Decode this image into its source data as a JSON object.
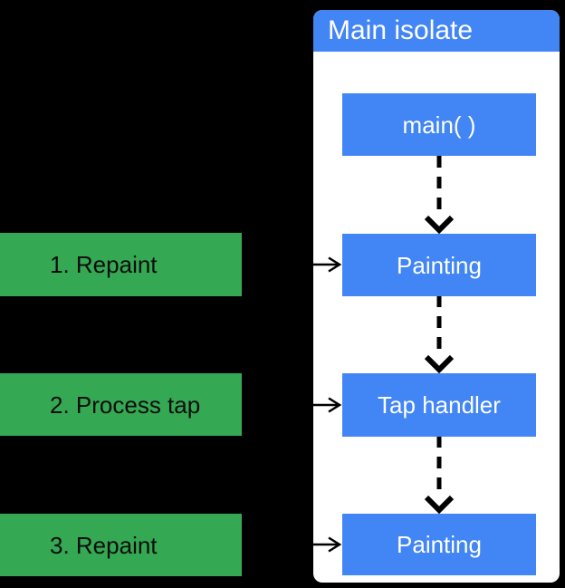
{
  "diagram": {
    "title": "Main isolate"
  },
  "flow_nodes": [
    {
      "label": "main( )"
    },
    {
      "label": "Painting"
    },
    {
      "label": "Tap handler"
    },
    {
      "label": "Painting"
    }
  ],
  "event_labels": [
    {
      "label": "1. Repaint"
    },
    {
      "label": "2. Process tap"
    },
    {
      "label": "3. Repaint"
    }
  ],
  "colors": {
    "canvas_bg": "#000000",
    "panel_bg": "#ffffff",
    "header_blue": "#4285f4",
    "node_blue": "#4285f4",
    "event_green": "#34a853",
    "node_text": "#ffffff",
    "event_text": "#0d0d0d",
    "arrow": "#000000"
  }
}
